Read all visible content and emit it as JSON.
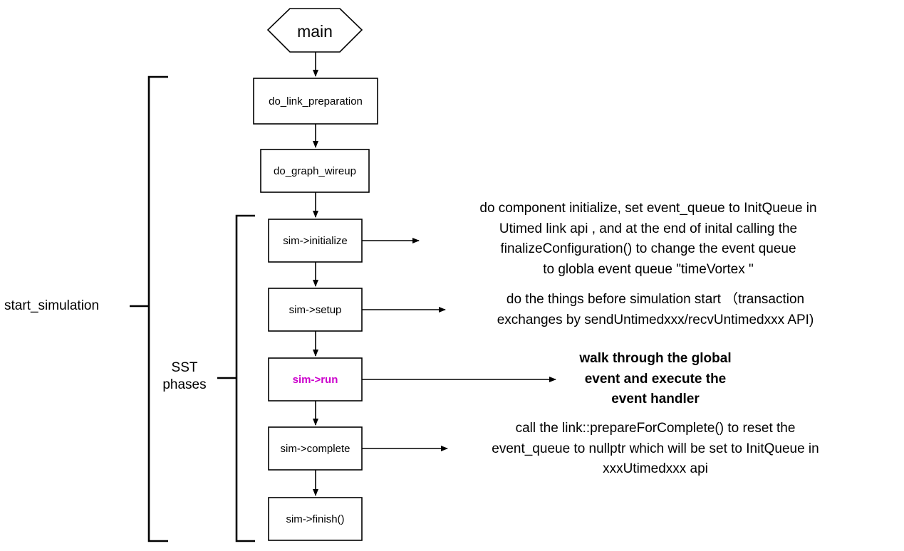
{
  "diagram": {
    "title": "SST simulation phases flowchart",
    "accent_color": "#cc00cc",
    "line_color": "#000000",
    "background": "#ffffff",
    "start_node": {
      "label": "main",
      "shape": "hexagon"
    },
    "steps": [
      {
        "id": "do_link_preparation",
        "label": "do_link_preparation",
        "highlight": false
      },
      {
        "id": "do_graph_wireup",
        "label": "do_graph_wireup",
        "highlight": false
      },
      {
        "id": "sim_initialize",
        "label": "sim->initialize",
        "highlight": false
      },
      {
        "id": "sim_setup",
        "label": "sim->setup",
        "highlight": false
      },
      {
        "id": "sim_run",
        "label": "sim->run",
        "highlight": true
      },
      {
        "id": "sim_complete",
        "label": "sim->complete",
        "highlight": false
      },
      {
        "id": "sim_finish",
        "label": "sim->finish()",
        "highlight": false
      }
    ],
    "brackets": [
      {
        "id": "start-simulation-bracket",
        "label": "start_simulation"
      },
      {
        "id": "sst-phases-bracket",
        "label": "SST\nphases"
      }
    ],
    "notes": [
      {
        "id": "note-initialize",
        "for": "sim_initialize",
        "bold": false,
        "text": "do component initialize,   set event_queue to InitQueue in\nUtimed link api , and at the end of inital calling the\nfinalizeConfiguration() to change the event queue\nto globla event queue \"timeVortex \""
      },
      {
        "id": "note-setup",
        "for": "sim_setup",
        "bold": false,
        "text": "do the things before simulation start （transaction\nexchanges by sendUntimedxxx/recvUntimedxxx API)"
      },
      {
        "id": "note-run",
        "for": "sim_run",
        "bold": true,
        "text": "walk through the global\nevent and execute the\nevent handler"
      },
      {
        "id": "note-complete",
        "for": "sim_complete",
        "bold": false,
        "text": "call the link::prepareForComplete() to reset the\nevent_queue to nullptr which will be set to InitQueue in\nxxxUtimedxxx api"
      }
    ]
  }
}
